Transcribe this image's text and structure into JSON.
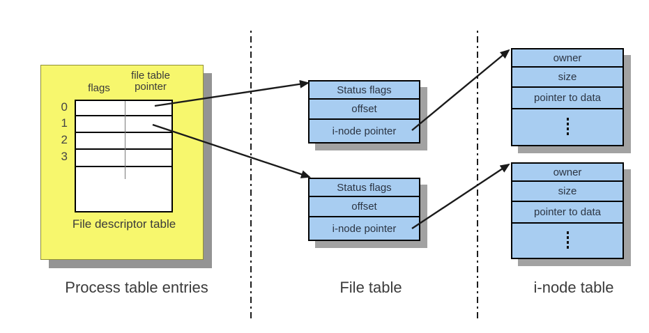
{
  "diagram": {
    "title_implied": "Unix file descriptor, file table and i-node relationships"
  },
  "colors": {
    "background": "#ffffff",
    "process_box_fill": "#f7f76d",
    "process_box_border": "#8e8e35",
    "entry_box_fill": "#a8cdf1",
    "entry_box_border": "#000000",
    "shadow": "#9a9a9a",
    "line": "#1a1a1a",
    "text": "#3a3a3a"
  },
  "process_table": {
    "caption": "Process table entries",
    "table_caption": "File descriptor table",
    "col_flags_header": "flags",
    "col_pointer_header": "file table\npointer",
    "row_labels": [
      "0",
      "1",
      "2",
      "3"
    ]
  },
  "file_table": {
    "caption": "File table",
    "entries": [
      {
        "rows": [
          "Status flags",
          "offset",
          "i-node pointer"
        ]
      },
      {
        "rows": [
          "Status flags",
          "offset",
          "i-node pointer"
        ]
      }
    ]
  },
  "inode_table": {
    "caption": "i-node table",
    "ellipsis_icon": "vertical-ellipsis",
    "entries": [
      {
        "rows": [
          "owner",
          "size",
          "pointer to data"
        ],
        "ellipsis": "⋮"
      },
      {
        "rows": [
          "owner",
          "size",
          "pointer to data"
        ],
        "ellipsis": "⋮"
      }
    ]
  },
  "connections": [
    "fd-row-0 to file-table-entry-1",
    "fd-row-1 to file-table-entry-2",
    "file-table-entry-1 i-node pointer to inode-entry-1",
    "file-table-entry-2 i-node pointer to inode-entry-2"
  ]
}
